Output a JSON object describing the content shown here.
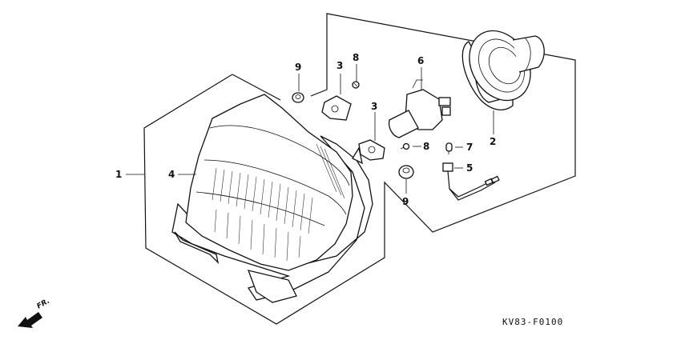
{
  "diagram_code": "KV83-F0100",
  "front_label": "FR.",
  "callouts": {
    "c1": "1",
    "c2": "2",
    "c3a": "3",
    "c3b": "3",
    "c4": "4",
    "c5": "5",
    "c6": "6",
    "c7": "7",
    "c8a": "8",
    "c8b": "8",
    "c9a": "9",
    "c9b": "9"
  },
  "icons": {
    "front_arrow": "arrow-down-left-icon"
  }
}
